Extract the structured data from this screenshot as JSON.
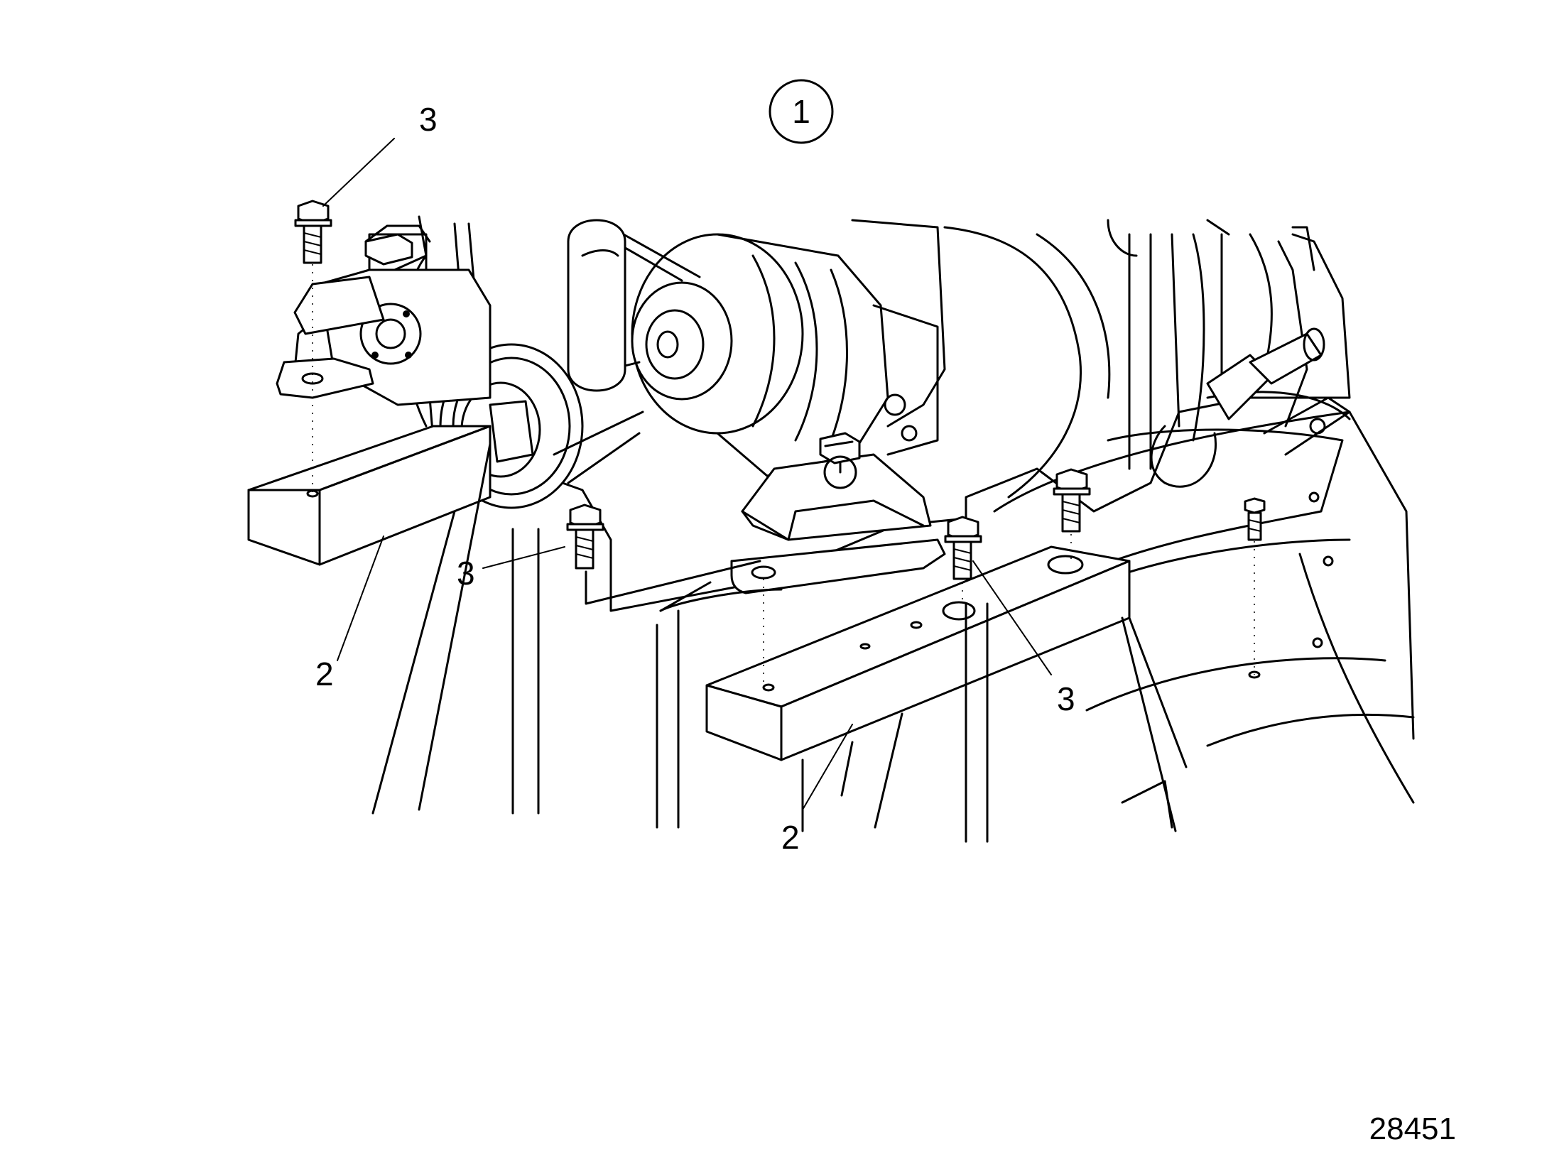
{
  "figure": {
    "view_label": "1",
    "callouts": [
      {
        "id": "callout-3-top-left",
        "text": "3"
      },
      {
        "id": "callout-3-mid-left",
        "text": "3"
      },
      {
        "id": "callout-3-center-right",
        "text": "3"
      },
      {
        "id": "callout-2-left",
        "text": "2"
      },
      {
        "id": "callout-2-bottom",
        "text": "2"
      }
    ],
    "figure_number": "28451"
  },
  "colors": {
    "line": "#000000",
    "background": "#ffffff"
  }
}
